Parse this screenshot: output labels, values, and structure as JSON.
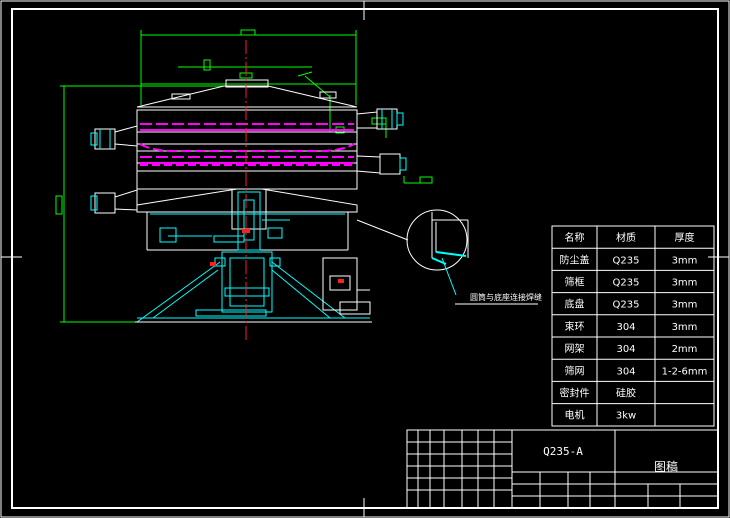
{
  "colors": {
    "background": "#000000",
    "line": "#ffffff",
    "cyan": "#00ffff",
    "magenta": "#ff00ff",
    "green": "#00ff00",
    "red": "#ff2020"
  },
  "title_block": {
    "material_code": "Q235-A",
    "drawing_name": "图稿"
  },
  "callout": {
    "label": "圆筒与底座连接焊缝"
  },
  "material_table": {
    "headers": [
      "名称",
      "材质",
      "厚度"
    ],
    "rows": [
      [
        "防尘盖",
        "Q235",
        "3mm"
      ],
      [
        "筛框",
        "Q235",
        "3mm"
      ],
      [
        "底盘",
        "Q235",
        "3mm"
      ],
      [
        "束环",
        "304",
        "3mm"
      ],
      [
        "网架",
        "304",
        "2mm"
      ],
      [
        "筛网",
        "304",
        "1-2-6mm"
      ],
      [
        "密封件",
        "硅胶",
        ""
      ],
      [
        "电机",
        "3kw",
        ""
      ]
    ]
  }
}
